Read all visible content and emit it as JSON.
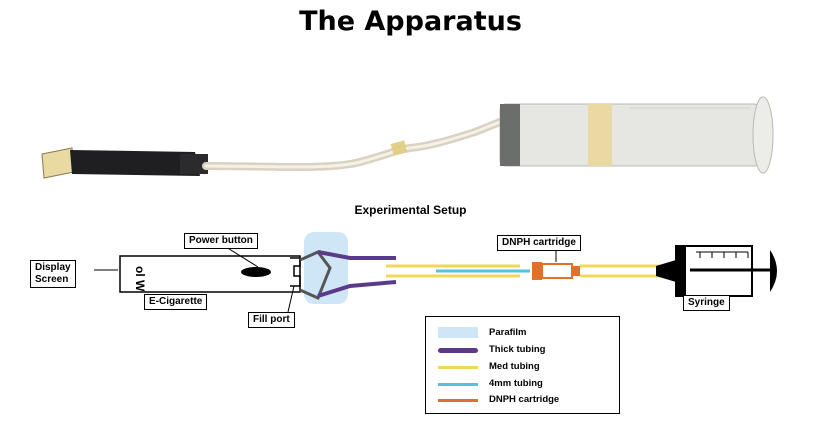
{
  "title": "The Apparatus",
  "diagram": {
    "title": "Experimental Setup",
    "labels": {
      "display_screen": "Display\nScreen",
      "power_button": "Power button",
      "e_cigarette": "E-Cigarette",
      "fill_port": "Fill port",
      "dnph_cartridge": "DNPH cartridge",
      "syringe": "Syringe",
      "screen_text": "ol W"
    }
  },
  "legend": {
    "items": [
      {
        "label": "Parafilm",
        "color": "#cfe6f7"
      },
      {
        "label": "Thick tubing",
        "color": "#5b3a8a"
      },
      {
        "label": "Med tubing",
        "color": "#f2d75a"
      },
      {
        "label": "4mm tubing",
        "color": "#4fc3e0"
      },
      {
        "label": "DNPH cartridge",
        "color": "#e0702a"
      }
    ]
  }
}
